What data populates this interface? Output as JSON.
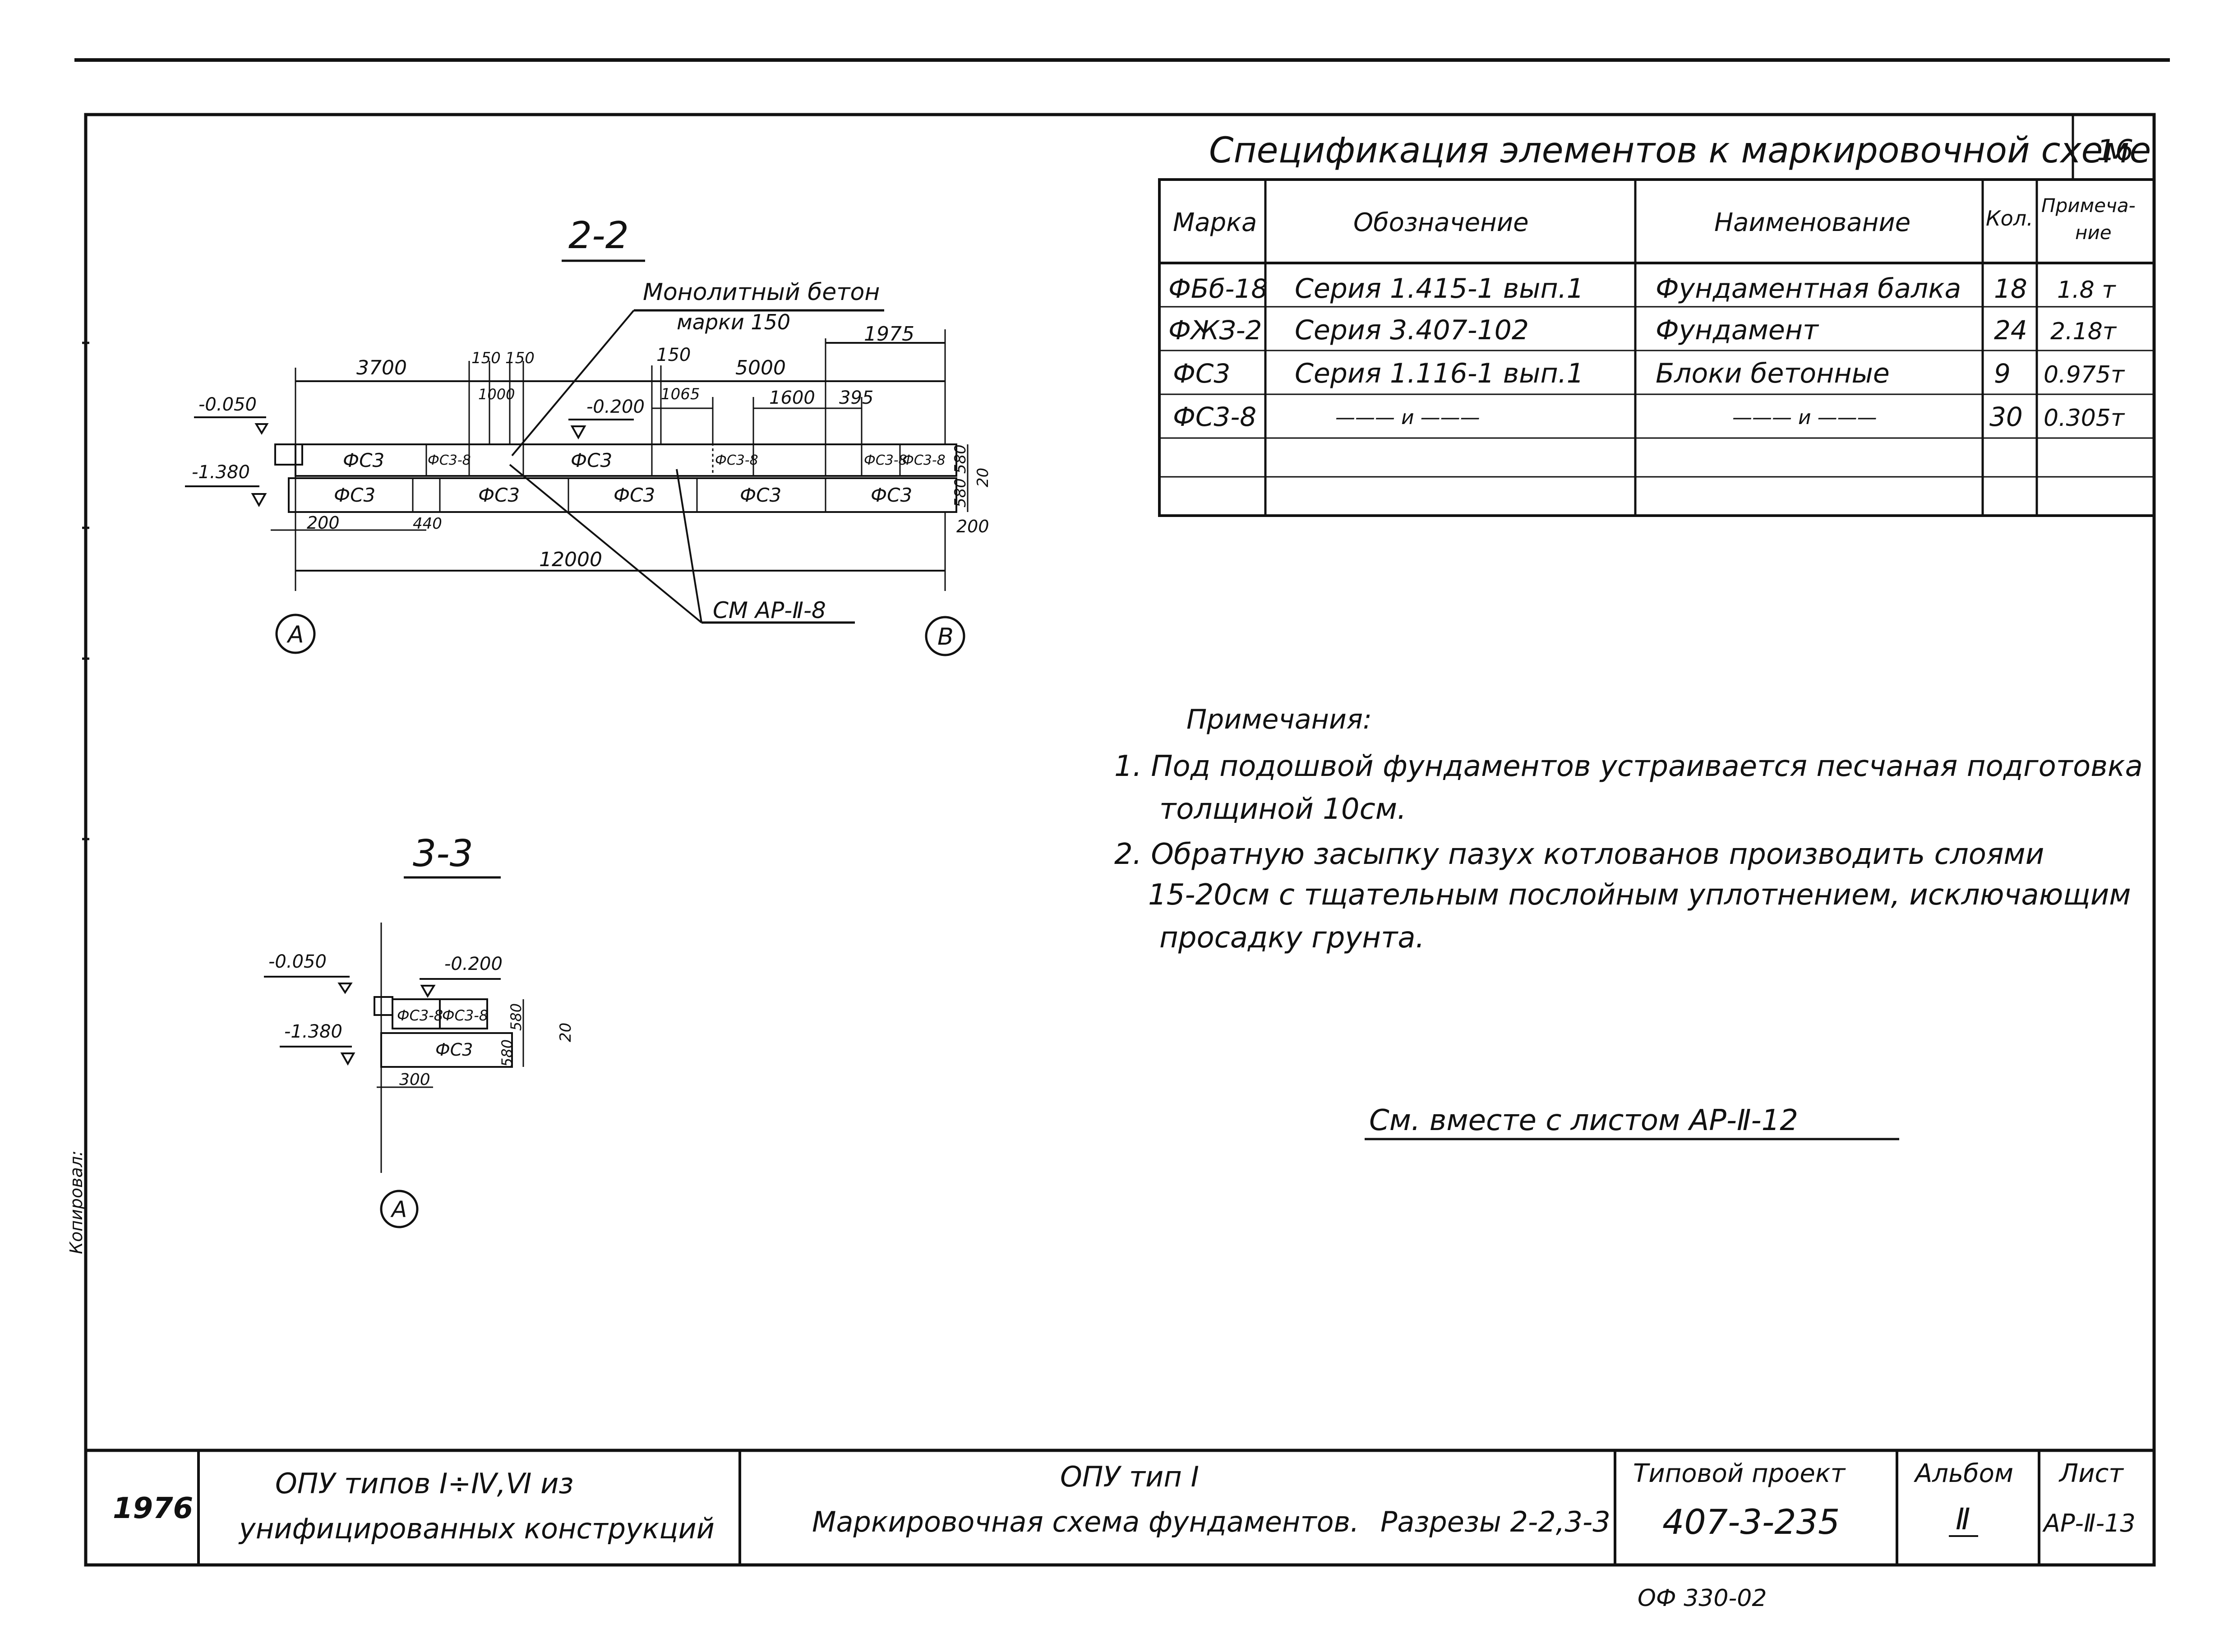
{
  "sheet_number": "16",
  "spec": {
    "title": "Спецификация элементов к маркировочной схеме",
    "headers": [
      "Марка",
      "Обозначение",
      "Наименование",
      "Кол.",
      "Примеча-",
      "ние"
    ],
    "rows": [
      [
        "ФБб-18",
        "Серия 1.415-1 вып.1",
        "Фундаментная балка",
        "18",
        "1.8 т"
      ],
      [
        "ФЖЗ-2",
        "Серия 3.407-102",
        "Фундамент",
        "24",
        "2.18т"
      ],
      [
        "ФС3",
        "Серия 1.116-1 вып.1",
        "Блоки бетонные",
        "9",
        "0.975т"
      ],
      [
        "ФС3-8",
        "——— и ———",
        "——— и ———",
        "30",
        "0.305т"
      ],
      [
        "",
        "",
        "",
        "",
        ""
      ],
      [
        "",
        "",
        "",
        "",
        ""
      ]
    ]
  },
  "section22": {
    "title": "2-2",
    "callout_line1": "Монолитный бетон",
    "callout_line2": "марки 150",
    "ref": "СМ АР-Ⅱ-8",
    "dims": {
      "d3700": "3700",
      "d150a": "150",
      "d150b": "150",
      "d1000": "1000",
      "d150c": "150",
      "d1065": "1065",
      "d5000": "5000",
      "d1975": "1975",
      "d1600": "1600",
      "d395": "395",
      "d200a": "200",
      "d440": "440",
      "d200b": "200",
      "d12000": "12000",
      "d580a": "580",
      "d580b": "580",
      "d20": "20"
    },
    "levels": {
      "l050": "-0.050",
      "l200": "-0.200",
      "l1380": "-1.380"
    },
    "blocks": {
      "top1": "ФС3",
      "top2": "ФС3-8",
      "top3": "ФС3",
      "top4": "ФС3-8",
      "top5": "ФС3-8",
      "top6": "ФС3-8",
      "bot1": "ФС3",
      "bot2": "ФС3",
      "bot3": "ФС3",
      "bot4": "ФС3",
      "bot5": "ФС3"
    },
    "axis_a": "А",
    "axis_b": "В"
  },
  "section33": {
    "title": "3-3",
    "levels": {
      "l050": "-0.050",
      "l200": "-0.200",
      "l1380": "-1.380"
    },
    "blocks": {
      "t1": "ФС3-8",
      "t2": "ФС3-8",
      "b1": "ФС3"
    },
    "dims": {
      "d300": "300",
      "d580a": "580",
      "d580b": "580",
      "d20": "20"
    },
    "axis": "А"
  },
  "notes": {
    "heading": "Примечания:",
    "n1_line1": "1. Под подошвой фундаментов устраивается песчаная подготовка",
    "n1_line2": "толщиной 10см.",
    "n2_line1": "2. Обратную засыпку пазух котлованов производить слоями",
    "n2_line2": "15-20см с тщательным послойным уплотнением, исключающим",
    "n2_line3": "просадку грунта."
  },
  "see_also": "См. вместе с листом АР-Ⅱ-12",
  "side_text": "Копировал:",
  "title_block": {
    "year": "1976",
    "project_line1": "ОПУ типов Ⅰ÷Ⅳ,Ⅵ из",
    "project_line2": "унифицированных конструкций",
    "sheet_line1": "ОПУ тип Ⅰ",
    "sheet_line2": "Маркировочная схема фундаментов.",
    "sheet_line3": "Разрезы 2-2,3-3",
    "typ_label": "Типовой проект",
    "typ_value": "407-3-235",
    "album_label": "Альбом",
    "album_value": "Ⅱ",
    "list_label": "Лист",
    "list_value": "АР-Ⅱ-13"
  },
  "bottom_code": "ОФ 330-02"
}
